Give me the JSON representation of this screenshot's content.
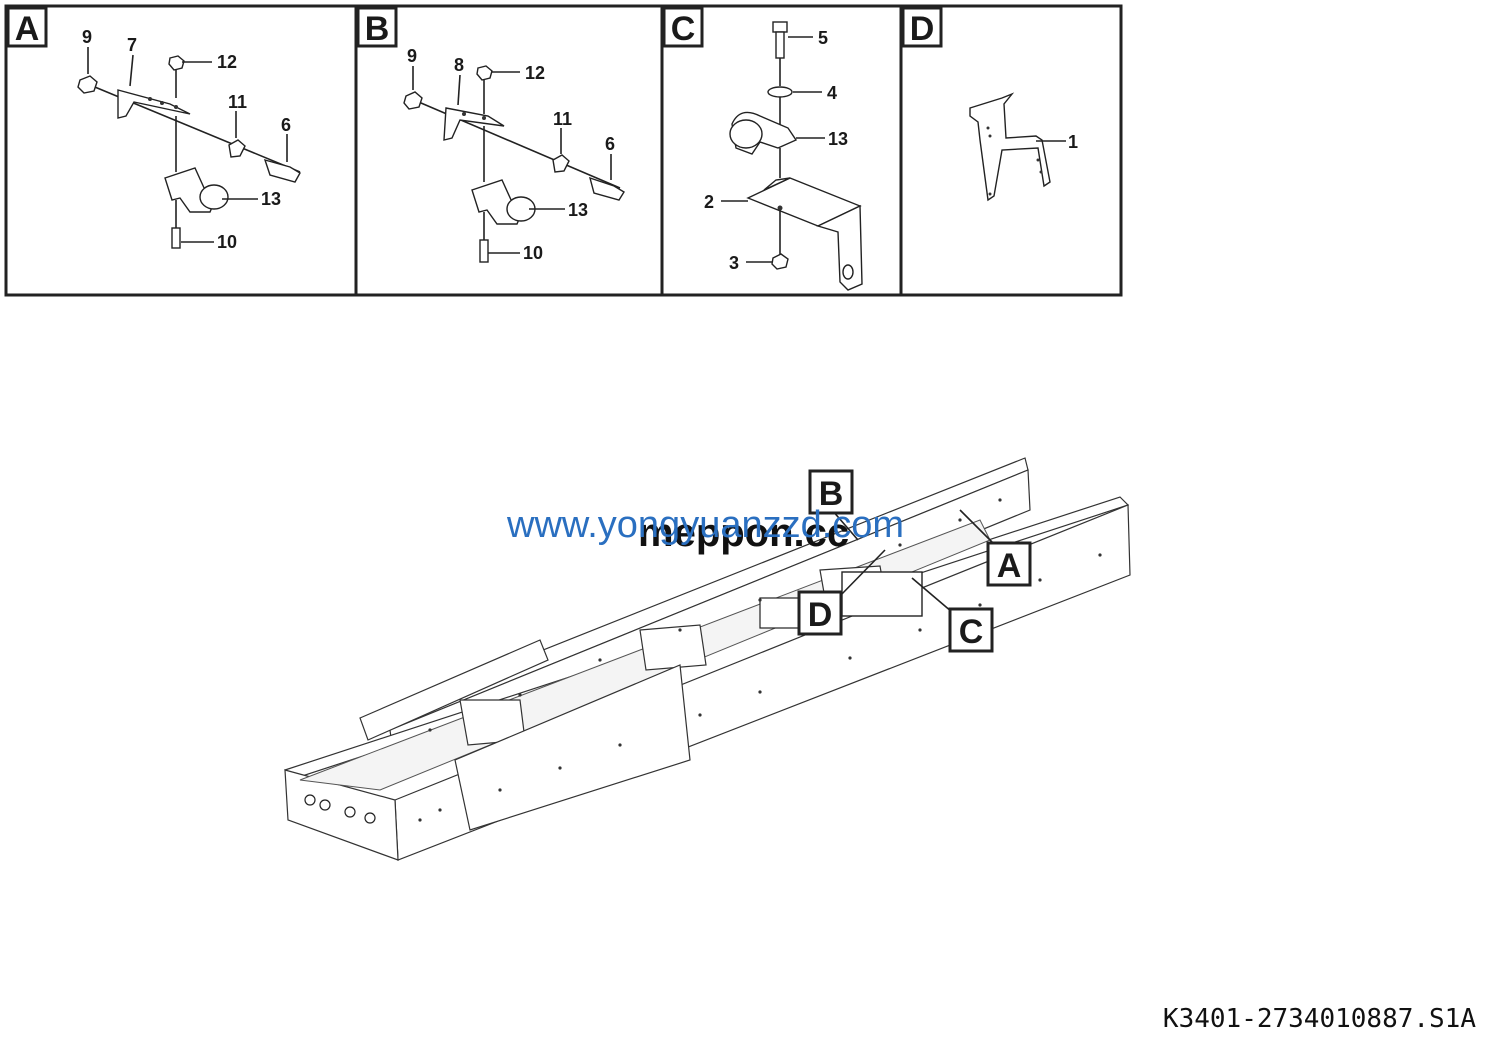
{
  "panels": [
    {
      "letter": "A",
      "labels": [
        "9",
        "7",
        "12",
        "11",
        "6",
        "13",
        "10"
      ]
    },
    {
      "letter": "B",
      "labels": [
        "9",
        "8",
        "12",
        "11",
        "6",
        "13",
        "10"
      ]
    },
    {
      "letter": "C",
      "labels": [
        "5",
        "4",
        "13",
        "2",
        "3"
      ]
    },
    {
      "letter": "D",
      "labels": [
        "1"
      ]
    }
  ],
  "callouts": {
    "b": "B",
    "a": "A",
    "d": "D",
    "c": "C"
  },
  "watermark": {
    "line1": "www.yongyuanzzd.com",
    "line2": "meppon.cc"
  },
  "drawing_code": "K3401-2734010887.S1A"
}
